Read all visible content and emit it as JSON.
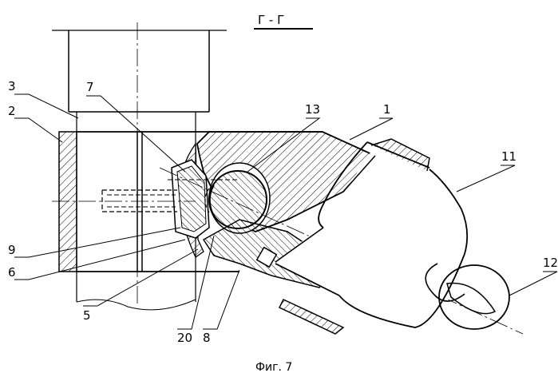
{
  "figure": {
    "section_title": "Г - Г",
    "caption": "Фиг. 7",
    "callouts": {
      "c1": "1",
      "c2": "2",
      "c3": "3",
      "c5": "5",
      "c6": "6",
      "c7": "7",
      "c8": "8",
      "c9": "9",
      "c11": "11",
      "c12": "12",
      "c13": "13",
      "c20": "20"
    }
  }
}
